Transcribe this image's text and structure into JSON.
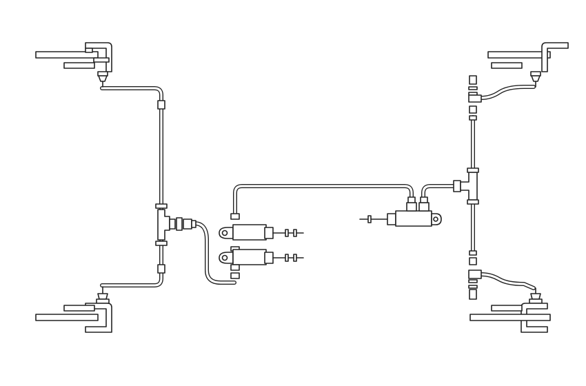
{
  "diagram": {
    "type": "brake-line-schematic",
    "labels": [],
    "colors": {
      "ink": "#222222",
      "background": "#ffffff"
    },
    "components": [
      "front-left-caliper",
      "rear-left-caliper",
      "front-right-caliper",
      "rear-right-caliper",
      "left-tee-junction",
      "right-tee-junction",
      "dual-master-cylinders",
      "single-master-cylinder"
    ]
  }
}
